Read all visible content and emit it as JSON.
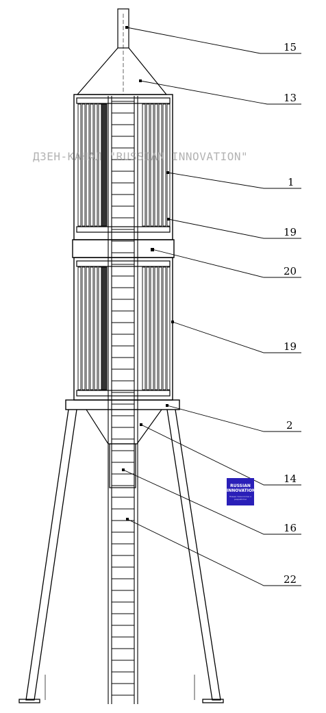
{
  "watermark": "ДЗЕН-КАНАЛ \"RUSSIAN INNOVATION\"",
  "logo": {
    "line1": "RUSSIAN",
    "line2": "INNOVATION\"",
    "line3": "Новые технологии и разработки",
    "color": "#2a1fb8"
  },
  "callouts": [
    {
      "id": "15",
      "text": "15"
    },
    {
      "id": "13",
      "text": "13"
    },
    {
      "id": "1",
      "text": "1"
    },
    {
      "id": "19a",
      "text": "19"
    },
    {
      "id": "20",
      "text": "20"
    },
    {
      "id": "19b",
      "text": "19"
    },
    {
      "id": "2",
      "text": "2"
    },
    {
      "id": "14",
      "text": "14"
    },
    {
      "id": "16",
      "text": "16"
    },
    {
      "id": "22",
      "text": "22"
    }
  ]
}
